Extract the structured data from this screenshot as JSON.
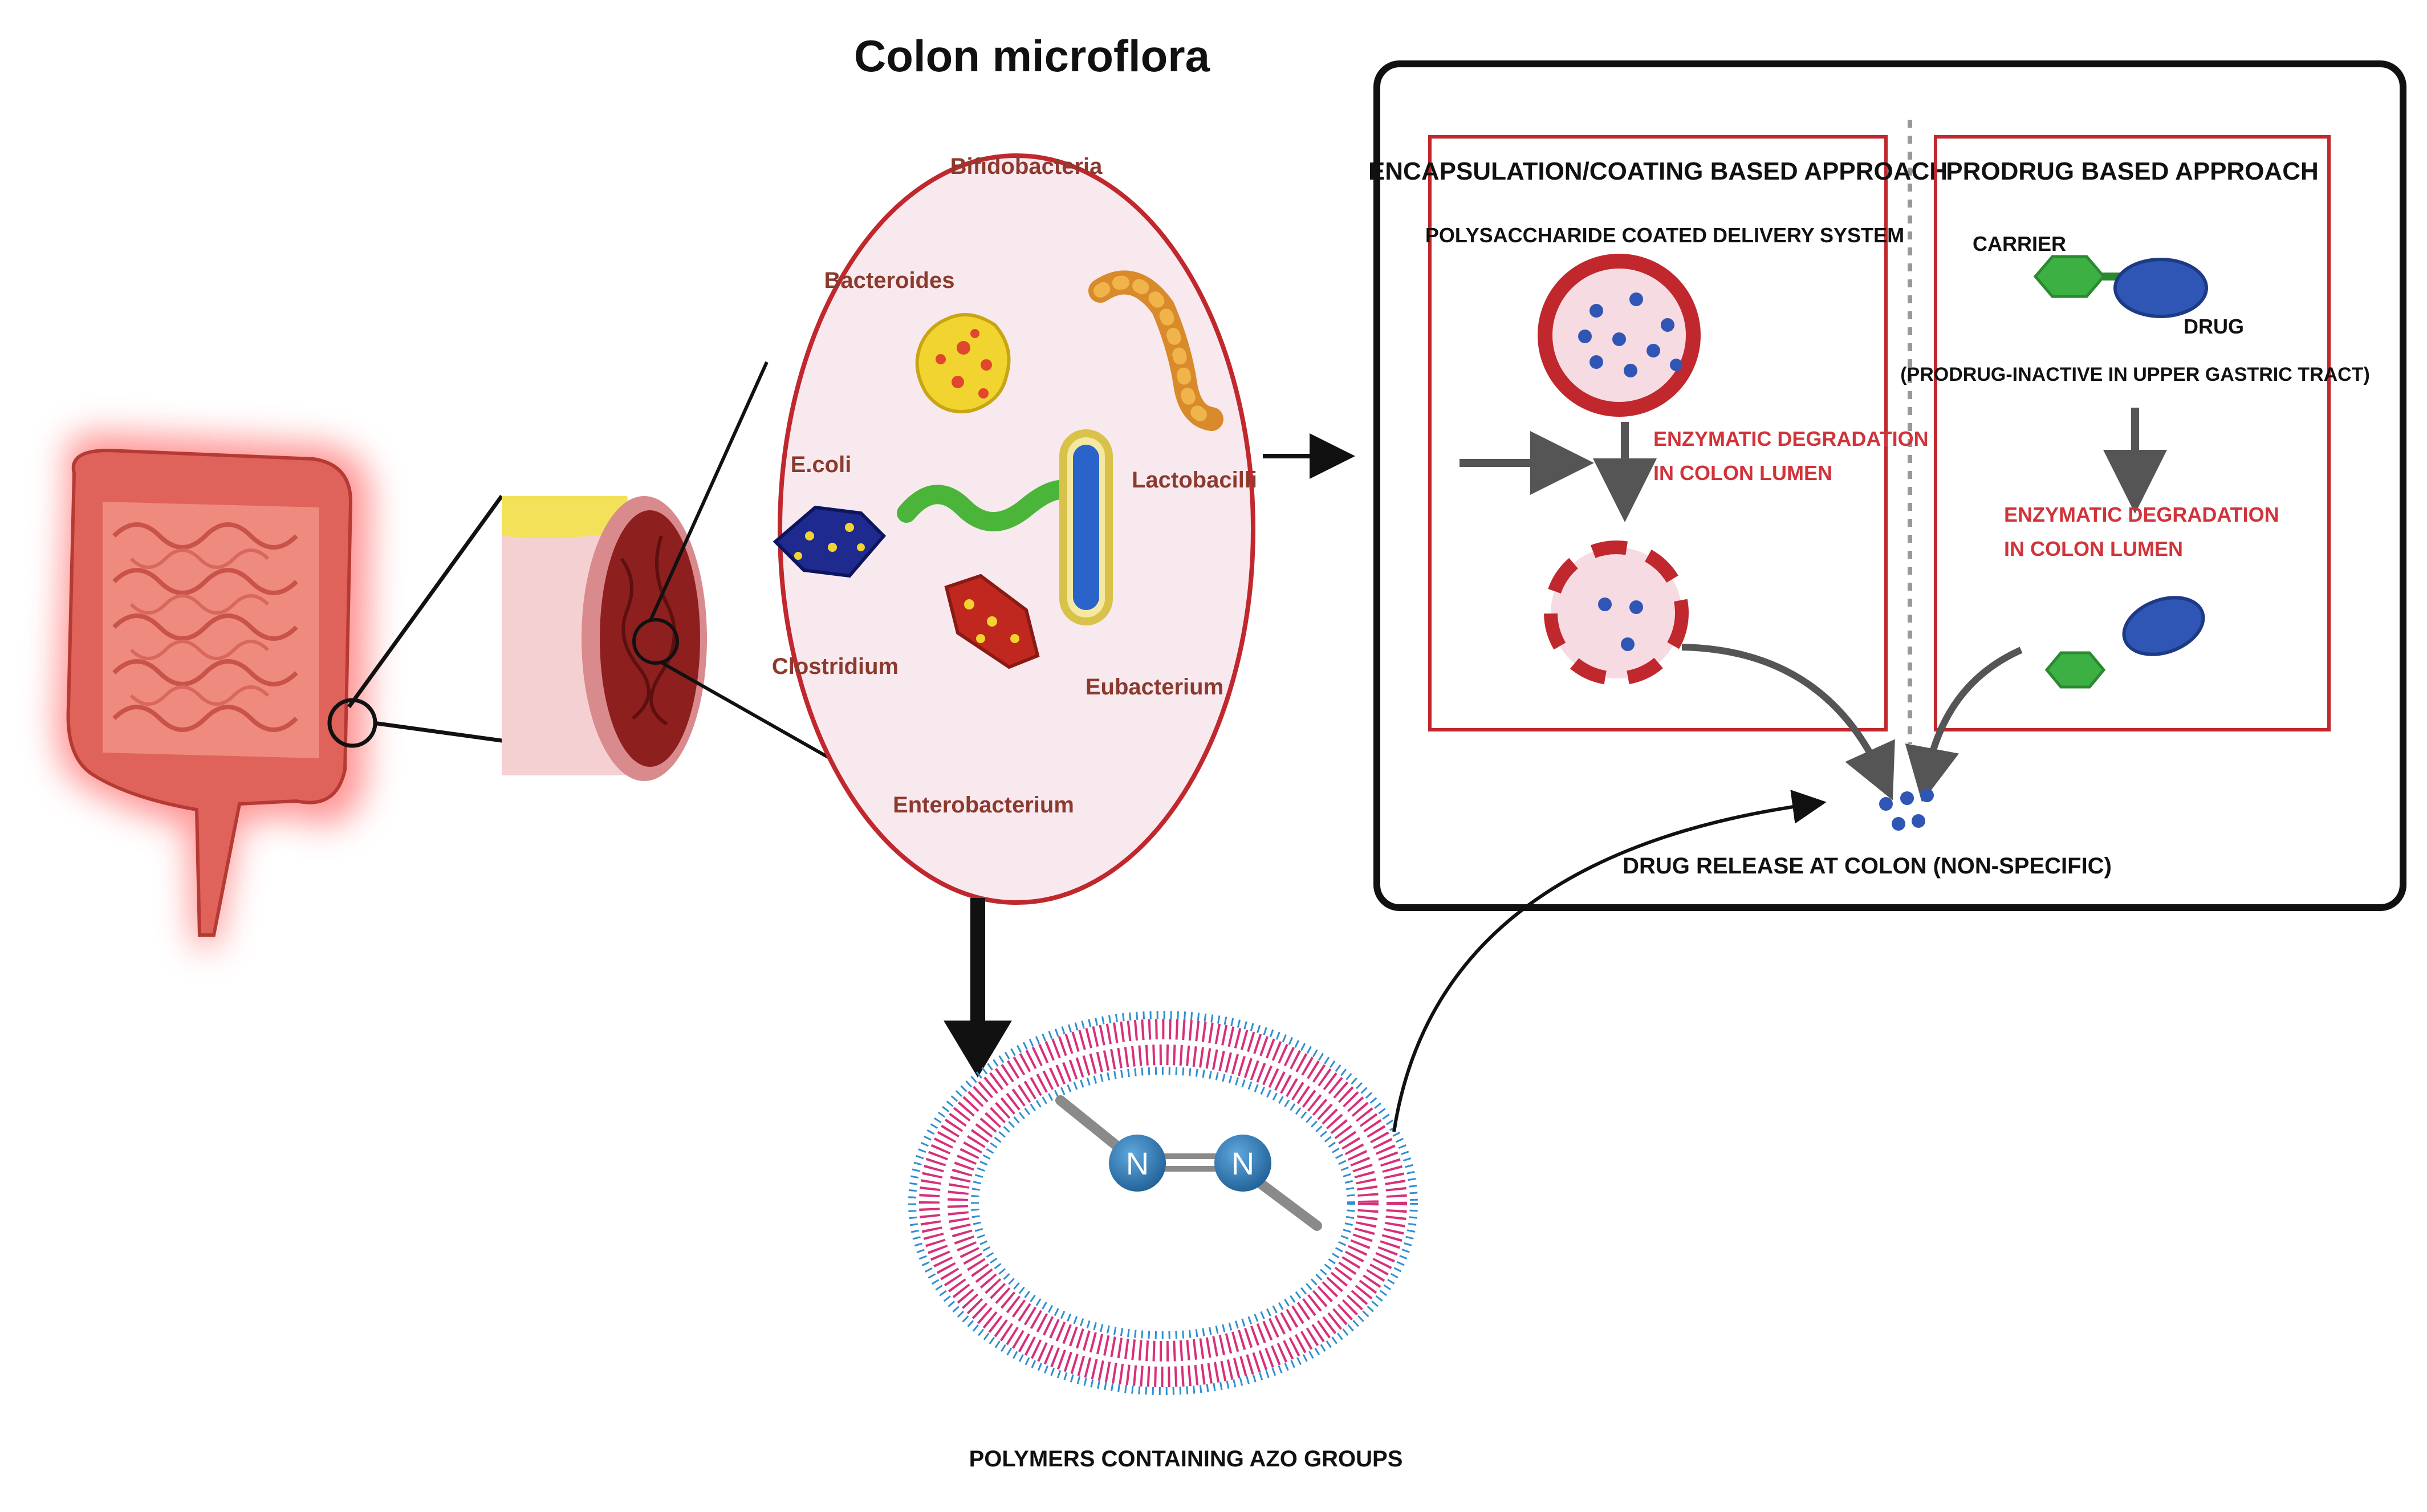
{
  "title": "Colon microflora",
  "bacteria": {
    "bifidobacteria": "Bifidobacteria",
    "bacteroides": "Bacteroides",
    "ecoli": "E.coli",
    "lactobacilli": "Lactobacilli",
    "clostridium": "Clostridium",
    "eubacterium": "Eubacterium",
    "enterobacterium": "Enterobacterium"
  },
  "encapsulation": {
    "heading": "ENCAPSULATION/COATING BASED APPROACH",
    "system_label": "POLYSACCHARIDE COATED DELIVERY SYSTEM",
    "degradation_line1": "ENZYMATIC DEGRADATION",
    "degradation_line2": "IN COLON LUMEN"
  },
  "prodrug": {
    "heading": "PRODRUG BASED APPROACH",
    "carrier_label": "CARRIER",
    "drug_label": "DRUG",
    "inactive_label": "(PRODRUG-INACTIVE IN UPPER GASTRIC TRACT)",
    "degradation_line1": "ENZYMATIC DEGRADATION",
    "degradation_line2": "IN COLON LUMEN"
  },
  "release_label": "DRUG RELEASE AT COLON (NON-SPECIFIC)",
  "azo": {
    "atom_left": "N",
    "atom_right": "N",
    "label": "POLYMERS CONTAINING AZO GROUPS"
  },
  "colors": {
    "red": "#c0282d",
    "text_red": "#d0343a",
    "brown": "#8b3a2e",
    "arrow_grey": "#555555",
    "dot_blue": "#2f56b5",
    "green": "#3cb043",
    "pink_membrane": "#d6307a",
    "blue_tail": "#2f8fd0",
    "n_blue": "#2b79b5"
  }
}
